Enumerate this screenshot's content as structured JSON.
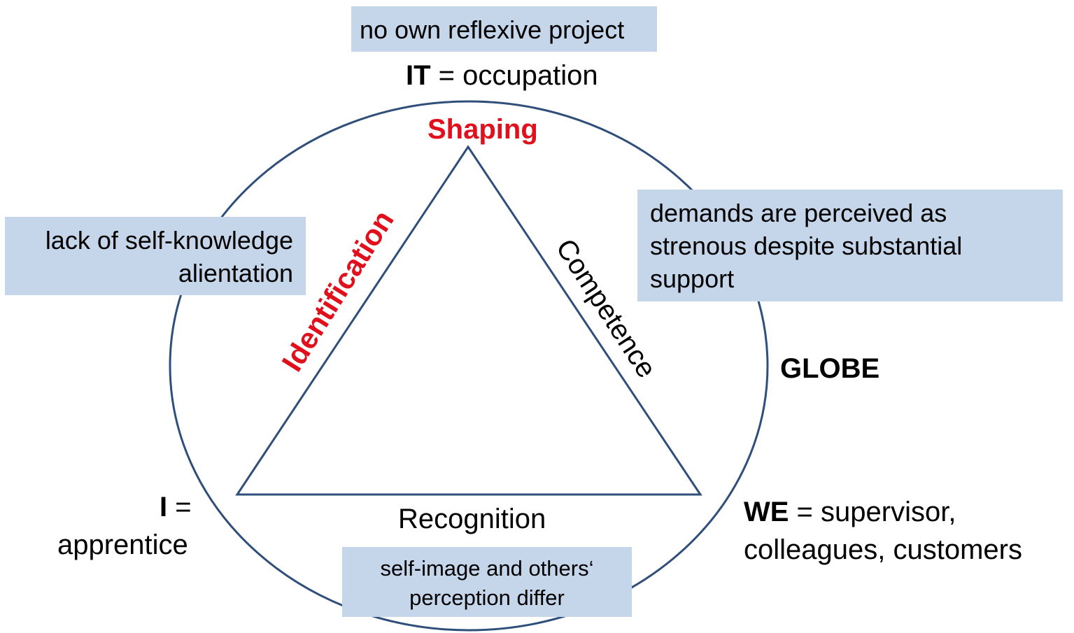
{
  "diagram": {
    "top_box": "no own reflexive project",
    "it_key": "IT",
    "it_value": " = occupation",
    "shaping": "Shaping",
    "identification": "Identification",
    "competence": "Competence",
    "recognition": "Recognition",
    "globe": "GLOBE",
    "left_box": {
      "line1": "lack of self-knowledge",
      "line2": "alientation"
    },
    "right_box": {
      "line1": "demands are perceived as",
      "line2": "strenous despite substantial",
      "line3": "support"
    },
    "bottom_box": {
      "line1": "self-image and others‘",
      "line2": "perception differ"
    },
    "i_key": "I",
    "i_eq": " =",
    "i_value": "apprentice",
    "we_key": "WE",
    "we_value_line1": " = supervisor,",
    "we_value_line2": "colleagues, customers",
    "colors": {
      "outline": "#2f4f7a",
      "box_fill": "#c5d5ea",
      "accent": "#e0101c"
    }
  }
}
